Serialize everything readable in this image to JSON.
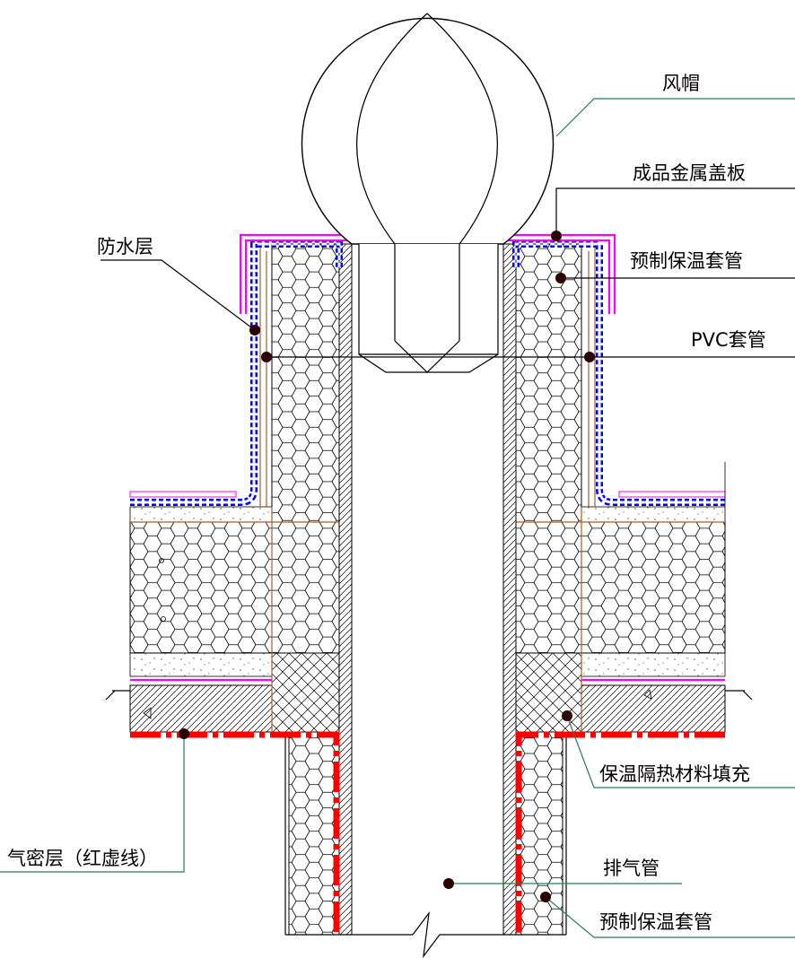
{
  "labels": {
    "wind_cap": "风帽",
    "metal_cover": "成品金属盖板",
    "waterproof_layer": "防水层",
    "prefab_sleeve_top": "预制保温套管",
    "pvc_sleeve": "PVC套管",
    "insulation_fill": "保温隔热材料填充",
    "airtight_layer": "气密层（红虚线）",
    "exhaust_pipe": "排气管",
    "prefab_sleeve_bottom": "预制保温套管"
  },
  "colors": {
    "waterproof_blue": "#0000ff",
    "airtight_red": "#ff0000",
    "cover_magenta": "#ff00ff",
    "leader_green": "#2a7a55",
    "sleeve_brown": "#a0622a"
  }
}
